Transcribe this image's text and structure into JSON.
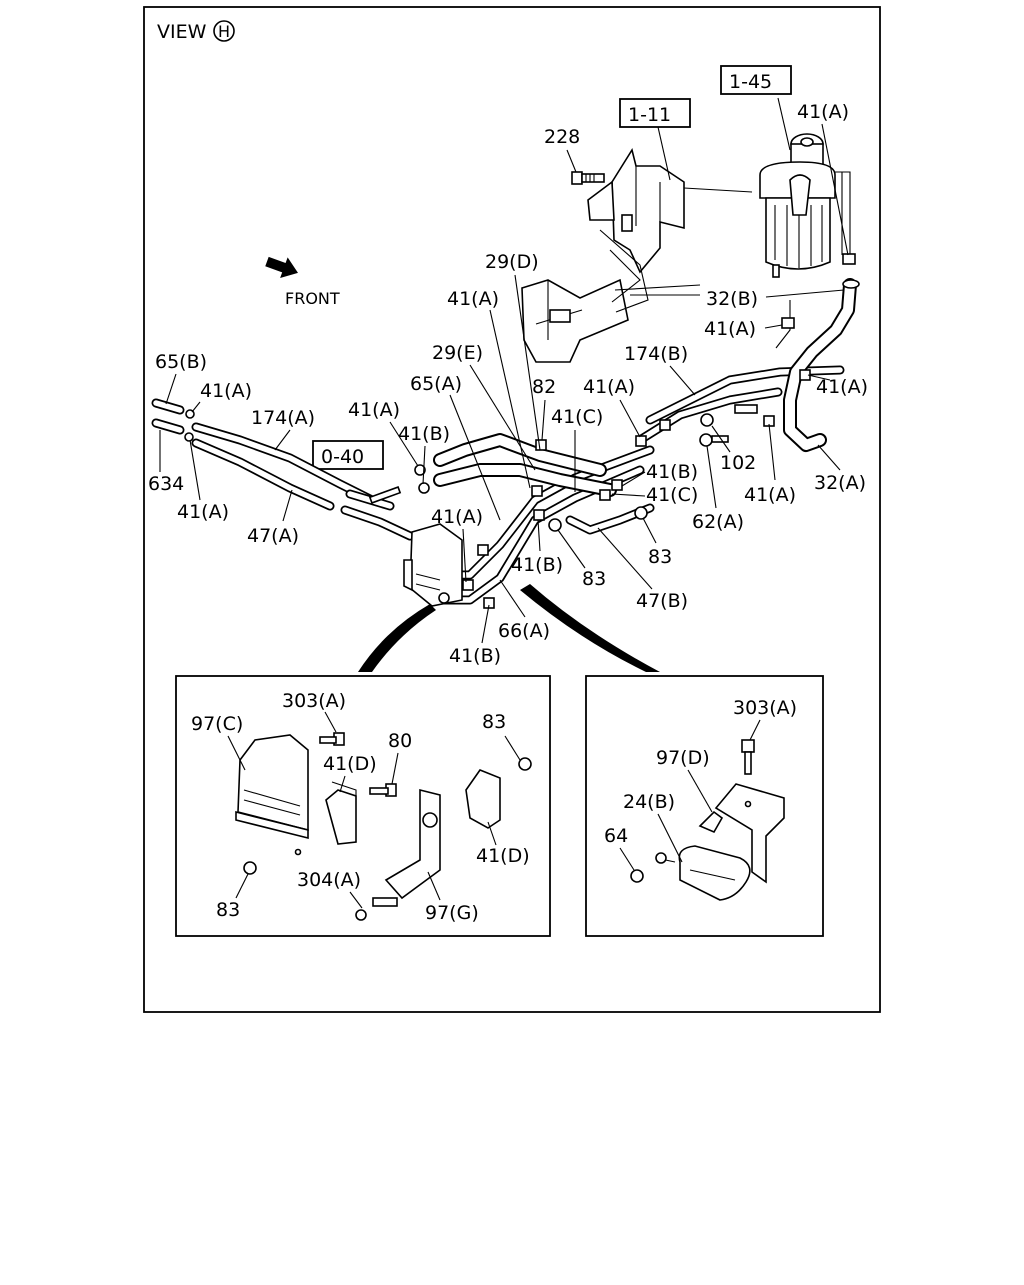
{
  "view_label": "VIEW",
  "view_mark": "H",
  "front_label": "FRONT",
  "ref_boxes": {
    "filter_ref": "1-45",
    "bracket_ref": "1-11",
    "tank_ref": "0-40"
  },
  "main_labels": {
    "l_228": "228",
    "l_41a_top": "41(A)",
    "l_29d": "29(D)",
    "l_32b": "32(B)",
    "l_41a_a": "41(A)",
    "l_41a_b": "41(A)",
    "l_174b": "174(B)",
    "l_29e": "29(E)",
    "l_65b": "65(B)",
    "l_41a_c": "41(A)",
    "l_65a": "65(A)",
    "l_82": "82",
    "l_41a_d": "41(A)",
    "l_41a_e": "41(A)",
    "l_41a_f": "41(A)",
    "l_174a": "174(A)",
    "l_41b_a": "41(B)",
    "l_41c_a": "41(C)",
    "l_102": "102",
    "l_634": "634",
    "l_41b_b": "41(B)",
    "l_41c_b": "41(C)",
    "l_41a_g": "41(A)",
    "l_32a": "32(A)",
    "l_41a_h": "41(A)",
    "l_41a_i": "41(A)",
    "l_62a": "62(A)",
    "l_47a": "47(A)",
    "l_41b_c": "41(B)",
    "l_83_a": "83",
    "l_83_b": "83",
    "l_47b": "47(B)",
    "l_66a": "66(A)",
    "l_41b_d": "41(B)"
  },
  "detail_left": {
    "l_303a": "303(A)",
    "l_83_top": "83",
    "l_97c": "97(C)",
    "l_41d_a": "41(D)",
    "l_80": "80",
    "l_41d_b": "41(D)",
    "l_304a": "304(A)",
    "l_83_bot": "83",
    "l_97g": "97(G)"
  },
  "detail_right": {
    "l_303a": "303(A)",
    "l_97d": "97(D)",
    "l_24b": "24(B)",
    "l_64": "64"
  }
}
